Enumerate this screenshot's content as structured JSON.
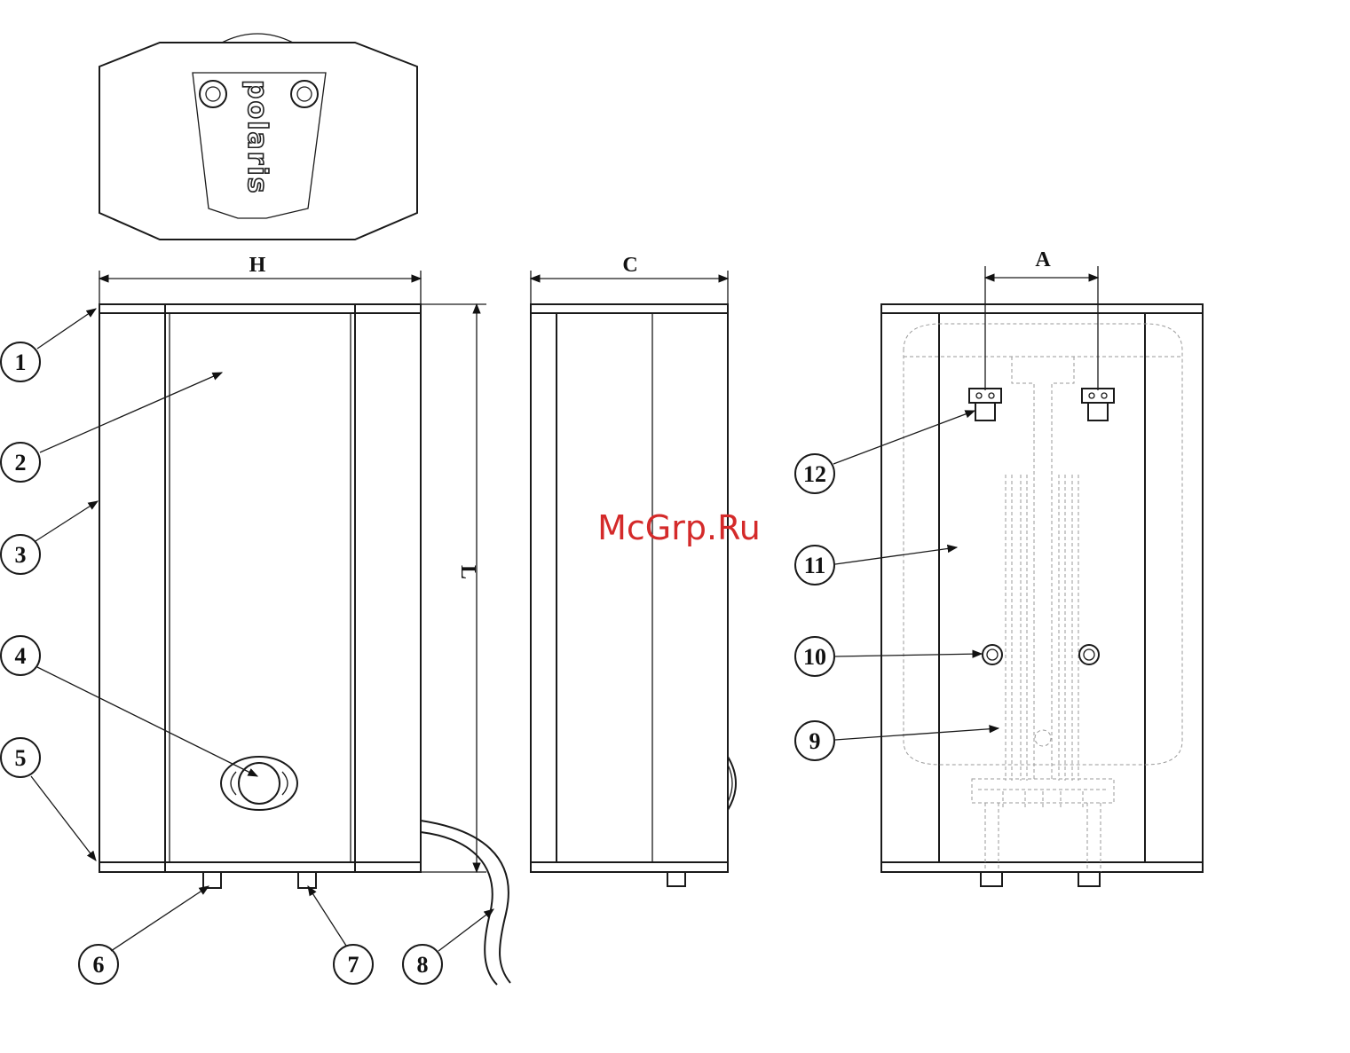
{
  "brand_logo": "polaris",
  "watermark": "McGrp.Ru",
  "dimensions": {
    "width": "H",
    "depth": "C",
    "length": "L",
    "pipe_spacing": "A"
  },
  "callouts": [
    "1",
    "2",
    "3",
    "4",
    "5",
    "6",
    "7",
    "8",
    "9",
    "10",
    "11",
    "12"
  ],
  "colors": {
    "line": "#1a1a1a",
    "hidden_line": "#9a9a9a",
    "watermark": "#d42a2a",
    "background": "#ffffff"
  }
}
